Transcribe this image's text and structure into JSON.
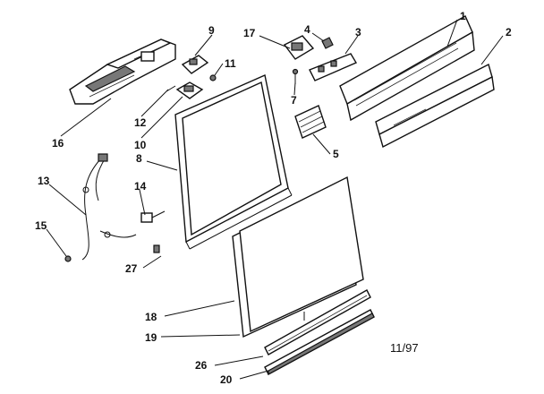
{
  "diagram": {
    "date_code": "11/97",
    "callouts": [
      {
        "id": "c1",
        "label": "1"
      },
      {
        "id": "c2",
        "label": "2"
      },
      {
        "id": "c3",
        "label": "3"
      },
      {
        "id": "c4",
        "label": "4"
      },
      {
        "id": "c5",
        "label": "5"
      },
      {
        "id": "c7",
        "label": "7"
      },
      {
        "id": "c8",
        "label": "8"
      },
      {
        "id": "c9",
        "label": "9"
      },
      {
        "id": "c10",
        "label": "10"
      },
      {
        "id": "c11",
        "label": "11"
      },
      {
        "id": "c12",
        "label": "12"
      },
      {
        "id": "c13",
        "label": "13"
      },
      {
        "id": "c14",
        "label": "14"
      },
      {
        "id": "c15",
        "label": "15"
      },
      {
        "id": "c16",
        "label": "16"
      },
      {
        "id": "c17",
        "label": "17"
      },
      {
        "id": "c18",
        "label": "18"
      },
      {
        "id": "c19",
        "label": "19"
      },
      {
        "id": "c20",
        "label": "20"
      },
      {
        "id": "c26",
        "label": "26"
      },
      {
        "id": "c27",
        "label": "27"
      }
    ]
  }
}
